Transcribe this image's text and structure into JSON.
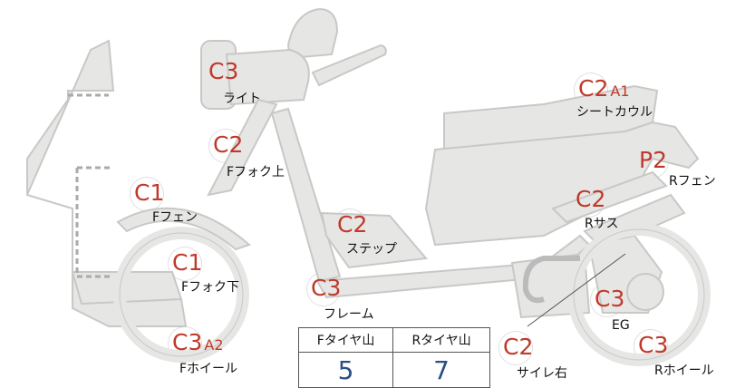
{
  "parts": {
    "light": {
      "code": "C3",
      "label": "ライト"
    },
    "f_fork_upper": {
      "code": "C2",
      "label": "Fフォク上"
    },
    "f_fender": {
      "code": "C1",
      "label": "Fフェン"
    },
    "f_fork_lower": {
      "code": "C1",
      "label": "Fフォク下"
    },
    "f_wheel": {
      "code": "C3",
      "sub": "A2",
      "label": "Fホイール"
    },
    "step": {
      "code": "C2",
      "label": "ステップ"
    },
    "frame": {
      "code": "C3",
      "label": "フレーム"
    },
    "seat_cowl": {
      "code": "C2",
      "sub": "A1",
      "label": "シートカウル"
    },
    "r_fender": {
      "code": "P2",
      "label": "Rフェン"
    },
    "r_suspension": {
      "code": "C2",
      "label": "Rサス"
    },
    "engine": {
      "code": "C3",
      "label": "EG"
    },
    "r_wheel": {
      "code": "C3",
      "label": "Rホイール"
    },
    "muffler_right": {
      "code": "C2",
      "label": "サイレ右"
    }
  },
  "tire_tread": {
    "front_label": "Fタイヤ山",
    "rear_label": "Rタイヤ山",
    "front_value": "5",
    "rear_value": "7"
  },
  "colors": {
    "body_fill": "#e6e6e4",
    "body_stroke": "#c8c8c6",
    "code_red": "#c0392b",
    "value_blue": "#2a4f86"
  }
}
